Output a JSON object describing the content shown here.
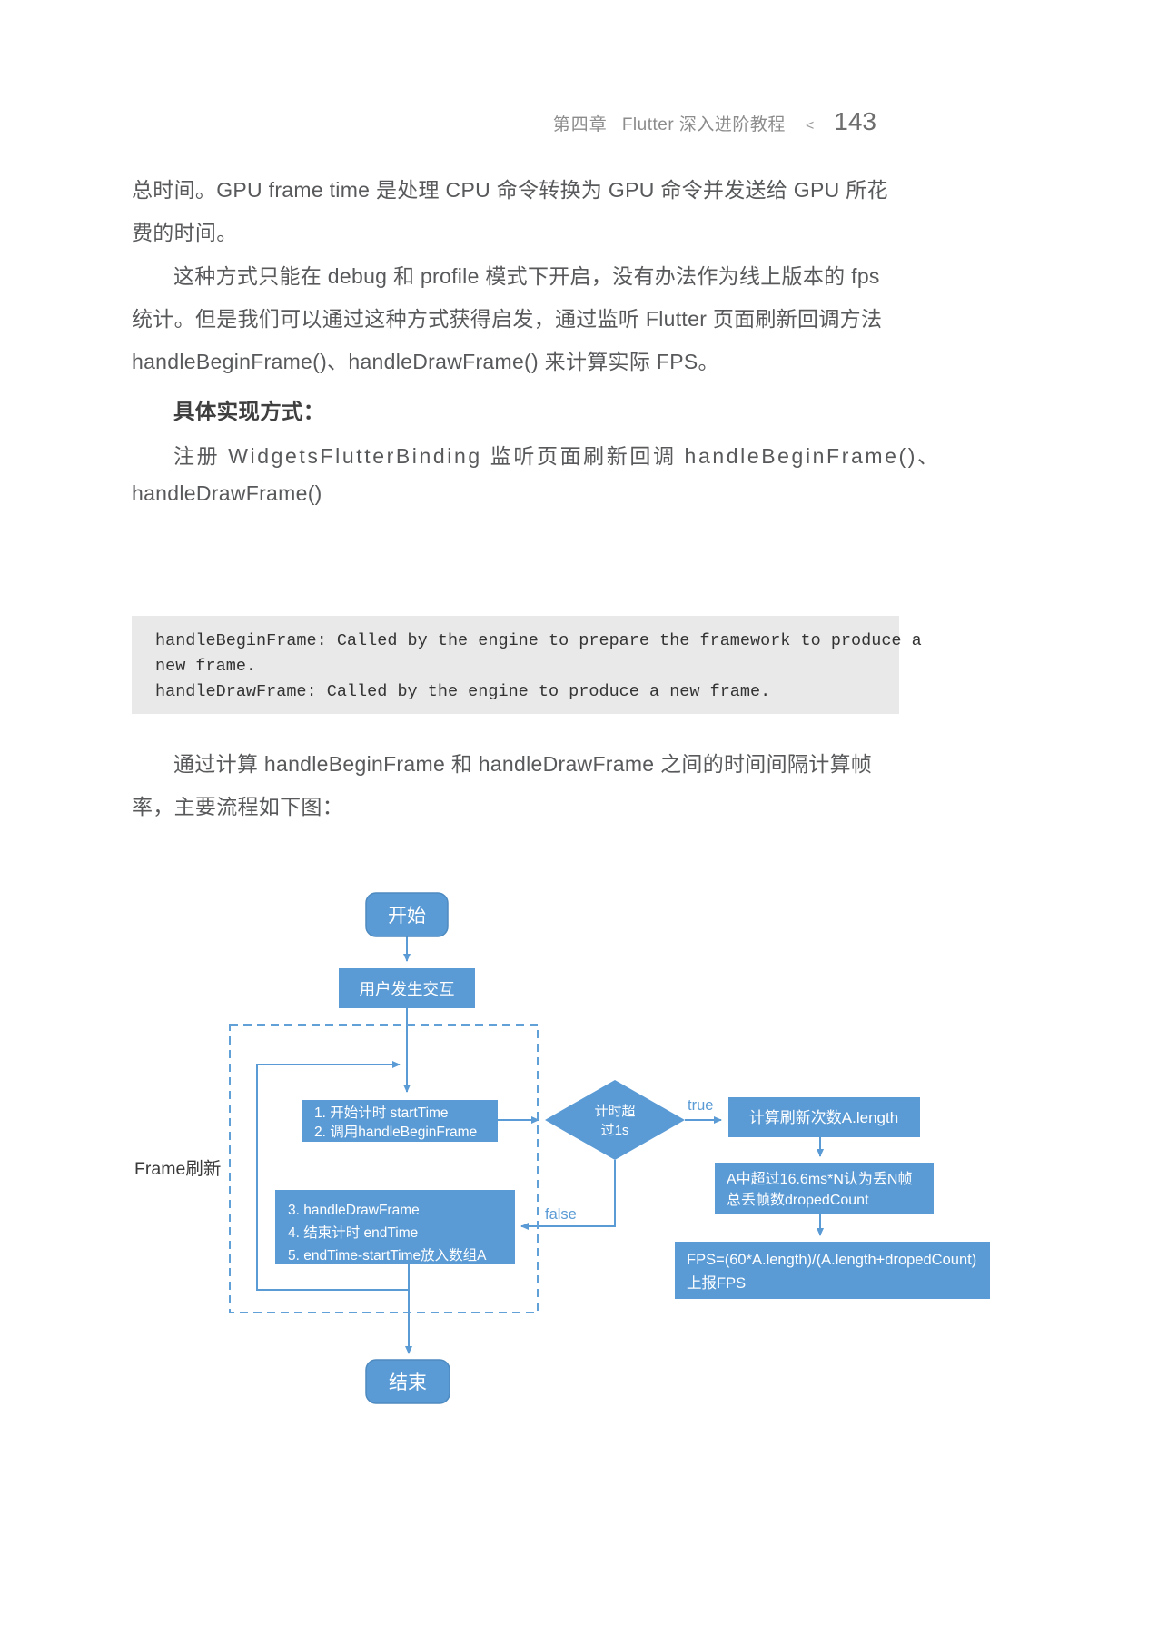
{
  "header": {
    "chapter": "第四章",
    "title": "Flutter 深入进阶教程",
    "separator": "<",
    "page_number": "143"
  },
  "body": {
    "para1": [
      "总时间。GPU frame time 是处理 CPU 命令转换为 GPU 命令并发送给 GPU 所花",
      "费的时间。"
    ],
    "para2": [
      "这种方式只能在 debug 和 profile 模式下开启，没有办法作为线上版本的 fps",
      "统计。但是我们可以通过这种方式获得启发，通过监听 Flutter 页面刷新回调方法",
      "handleBeginFrame()、handleDrawFrame() 来计算实际 FPS。"
    ],
    "heading": "具体实现方式：",
    "para3": [
      "注册 WidgetsFlutterBinding 监听页面刷新回调 handleBeginFrame()、",
      "handleDrawFrame()"
    ],
    "code": [
      "handleBeginFrame: Called by the engine to prepare the framework to produce a",
      "new frame.",
      "handleDrawFrame: Called by the engine to produce a new frame."
    ],
    "para4": [
      "通过计算 handleBeginFrame 和 handleDrawFrame 之间的时间间隔计算帧",
      "率，主要流程如下图："
    ]
  },
  "flowchart": {
    "start_label": "开始",
    "user_box": "用户发生交互",
    "frame_label": "Frame刷新",
    "step12": [
      "1. 开始计时 startTime",
      "2. 调用handleBeginFrame"
    ],
    "decision": [
      "计时超",
      "过1s"
    ],
    "true_label": "true",
    "false_label": "false",
    "calc_box": "计算刷新次数A.length",
    "dropped_box": [
      "A中超过16.6ms*N认为丢N帧",
      "总丢帧数dropedCount"
    ],
    "fps_box": [
      "FPS=(60*A.length)/(A.length+dropedCount)",
      "上报FPS"
    ],
    "step345": [
      "3. handleDrawFrame",
      "4. 结束计时 endTime",
      "5. endTime-startTime放入数组A"
    ],
    "end_label": "结束"
  },
  "colors": {
    "accent_blue": "#5B9BD5",
    "body_text": "#58595b",
    "code_background": "#e9e9e9"
  }
}
